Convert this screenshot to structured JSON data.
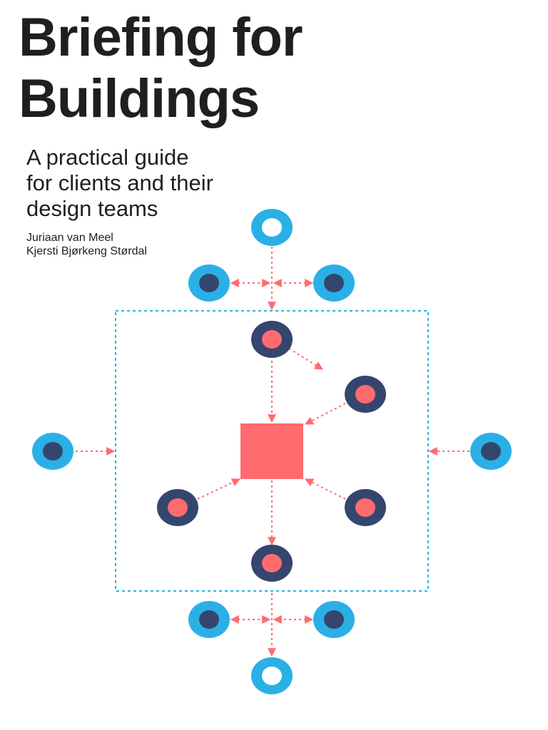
{
  "cover": {
    "title_lines": [
      "Briefing for",
      "Buildings"
    ],
    "subtitle_lines": [
      "A practical guide",
      "for clients and their",
      "design teams"
    ],
    "authors": [
      "Juriaan van Meel",
      "Kjersti Bjørkeng Størdal"
    ]
  },
  "diagram": {
    "colors": {
      "light_blue": "#2ab0e6",
      "navy": "#34466e",
      "coral": "#ff6b6e",
      "white": "#ffffff",
      "border_dash": "#2ab0e6"
    }
  }
}
